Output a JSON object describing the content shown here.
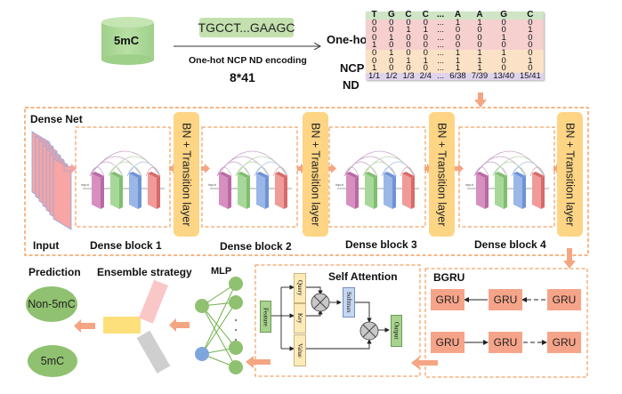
{
  "header": {
    "database_label": "5mC",
    "sequence": "TGCCT...GAAGC",
    "encoding_label": "One-hot NCP ND encoding",
    "dimension": "8*41"
  },
  "matrix": {
    "row_labels": {
      "one_hot": "One-hot",
      "ncp": "NCP",
      "nd": "ND"
    },
    "columns": [
      "T",
      "G",
      "C",
      "C",
      "...",
      "A",
      "A",
      "G",
      "C"
    ],
    "one_hot_rows": [
      [
        "0",
        "0",
        "0",
        "0",
        "...",
        "1",
        "1",
        "0",
        "0"
      ],
      [
        "0",
        "0",
        "1",
        "1",
        "...",
        "0",
        "0",
        "0",
        "1"
      ],
      [
        "0",
        "1",
        "0",
        "0",
        "...",
        "0",
        "0",
        "1",
        "0"
      ],
      [
        "1",
        "0",
        "0",
        "0",
        "...",
        "0",
        "0",
        "0",
        "0"
      ]
    ],
    "ncp_rows": [
      [
        "0",
        "1",
        "0",
        "0",
        "...",
        "1",
        "1",
        "1",
        "0"
      ],
      [
        "0",
        "0",
        "1",
        "1",
        "...",
        "1",
        "1",
        "0",
        "1"
      ],
      [
        "1",
        "0",
        "0",
        "0",
        "...",
        "1",
        "1",
        "0",
        "0"
      ]
    ],
    "nd_row": [
      "1/1",
      "1/2",
      "1/3",
      "2/4",
      "...",
      "6/38",
      "7/39",
      "13/40",
      "15/41"
    ]
  },
  "densenet": {
    "title": "Dense Net",
    "input_label": "Input",
    "blocks": [
      "Dense block 1",
      "Dense block 2",
      "Dense block 3",
      "Dense block 4"
    ],
    "transition_label": "BN + Transition layer",
    "mini_input_label": "input"
  },
  "bgru": {
    "title": "BGRU",
    "unit_label": "GRU"
  },
  "attention": {
    "title": "Self Attention",
    "feature": "Feature",
    "query": "Query",
    "key": "Key",
    "value": "Value",
    "softmax": "Softmax",
    "output": "Output"
  },
  "mlp": {
    "title": "MLP",
    "ellipsis": "· · ·"
  },
  "ensemble": {
    "title": "Ensemble strategy"
  },
  "prediction": {
    "title": "Prediction",
    "classes": [
      "Non-5mC",
      "5mC"
    ]
  },
  "colors": {
    "arrow": "#f4a582",
    "dashed_frame": "#f08a3e",
    "transition": "#fdd585",
    "gru": "#f6a489",
    "node_green": "#8fc170",
    "node_blue": "#7ea6dc"
  }
}
